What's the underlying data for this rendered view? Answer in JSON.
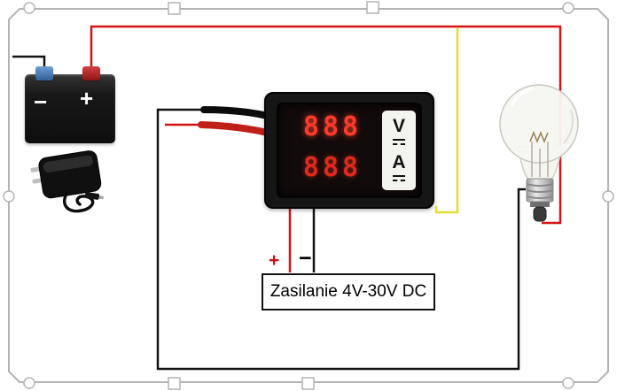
{
  "supply": {
    "label": "Zasilanie 4V-30V DC",
    "positive": "+",
    "negative": "−"
  },
  "meter": {
    "volt_reading": "888",
    "amp_reading": "888",
    "volt_unit": "V",
    "amp_unit": "A"
  },
  "battery": {
    "positive_mark": "+",
    "negative_mark": "−"
  },
  "colors": {
    "wire_positive": "#d41414",
    "wire_negative": "#121212",
    "wire_sense": "#e4df35"
  }
}
